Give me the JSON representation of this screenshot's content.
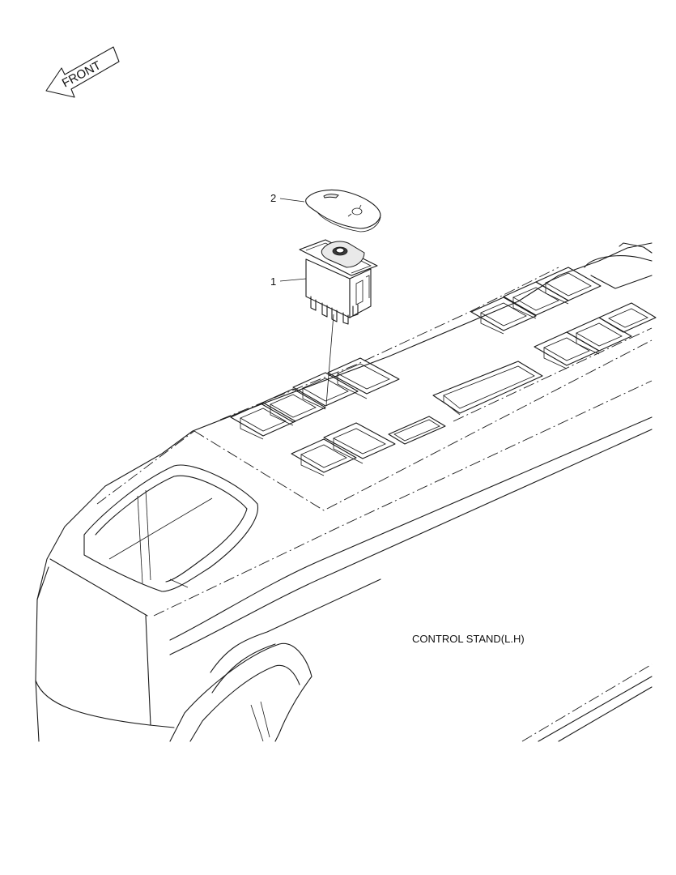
{
  "front_label": "FRONT",
  "caption": "CONTROL STAND(L.H)",
  "callouts": [
    {
      "number": "2",
      "part": "switch cap"
    },
    {
      "number": "1",
      "part": "rocker switch"
    }
  ]
}
